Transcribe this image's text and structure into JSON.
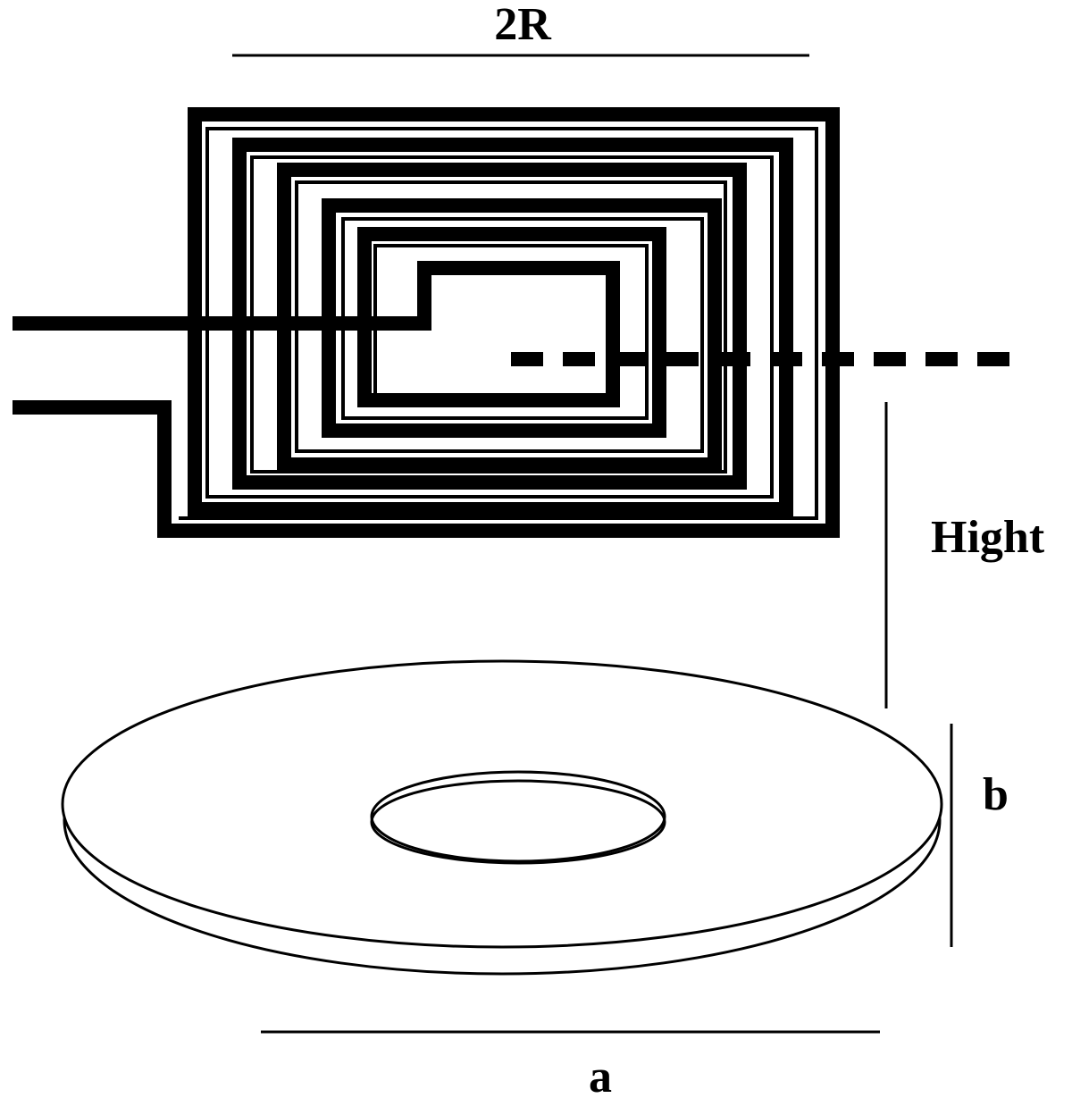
{
  "labels": {
    "coil_width": "2R",
    "height": "Hight",
    "disk_thickness": "b",
    "disk_diameter": "a"
  },
  "colors": {
    "stroke": "#000000",
    "background": "#ffffff"
  }
}
